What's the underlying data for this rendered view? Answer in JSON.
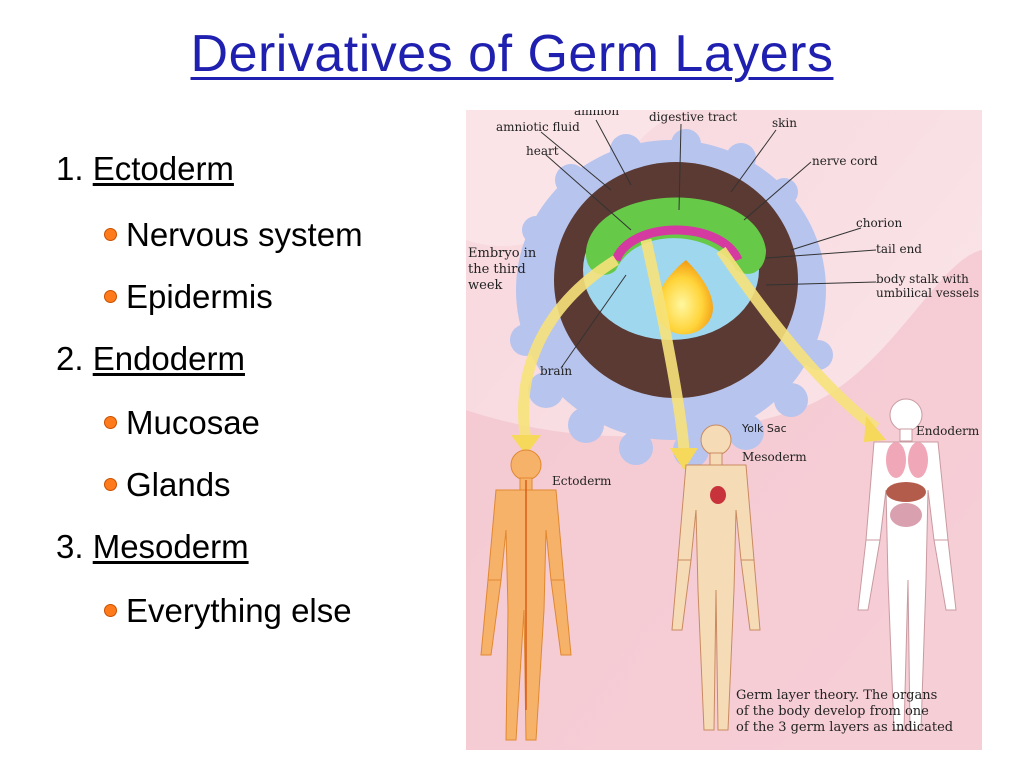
{
  "title": "Derivatives of Germ Layers",
  "outline": [
    {
      "num": "1.",
      "term": "Ectoderm",
      "items": [
        "Nervous system",
        "Epidermis"
      ]
    },
    {
      "num": "2.",
      "term": "Endoderm",
      "items": [
        "Mucosae",
        "Glands"
      ]
    },
    {
      "num": "3.",
      "term": "Mesoderm",
      "items": [
        "Everything else"
      ]
    }
  ],
  "figure": {
    "labels": {
      "amnion": "amnion",
      "digestive_tract": "digestive tract",
      "amniotic_fluid": "amniotic fluid",
      "skin": "skin",
      "heart": "heart",
      "nerve_cord": "nerve cord",
      "chorion": "chorion",
      "tail_end": "tail end",
      "body_stalk": [
        "body stalk with",
        "umbilical vessels"
      ],
      "embryo": [
        "Embryo in",
        "the third",
        "week"
      ],
      "brain": "brain",
      "yolk_sac": "Yolk Sac",
      "mesoderm": "Mesoderm",
      "ectoderm": "Ectoderm",
      "endoderm": "Endoderm"
    },
    "caption": [
      "Germ layer theory.  The organs",
      "of the body develop from one",
      "of the 3 germ layers as indicated"
    ]
  }
}
